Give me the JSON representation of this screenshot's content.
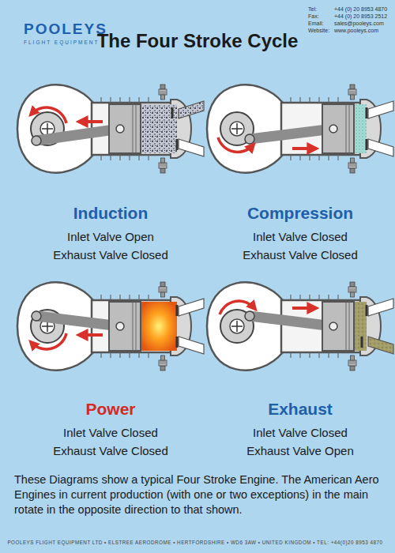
{
  "diagram": {
    "title": "The Four Stroke Cycle",
    "caption": "These Diagrams show a typical Four Stroke Engine. The American Aero Engines in current production (with one or two exceptions) in the main rotate in the opposite direction to that shown.",
    "labels": [
      "POOLEYS",
      "FLIGHT EQUIPMENT",
      "Tel:",
      "+44 (0) 20 8953 4870",
      "Fax:",
      "+44 (0) 20 8953 2512",
      "Email:",
      "sales@pooleys.com",
      "Website:",
      "www.pooleys.com",
      "Induction",
      "Inlet Valve Open",
      "Exhaust Valve Closed",
      "Compression",
      "Inlet Valve Closed",
      "Exhaust Valve Closed",
      "Power",
      "Inlet Valve Closed",
      "Exhaust Valve Closed",
      "Exhaust",
      "Inlet Valve Closed",
      "Exhaust Valve Open",
      "POOLEYS FLIGHT EQUIPMENT LTD • ELSTREE AERODROME • HERTFORDSHIRE • WD6 3AW • UNITED KINGDOM • TEL: +44(0)20 8953 4870"
    ]
  }
}
